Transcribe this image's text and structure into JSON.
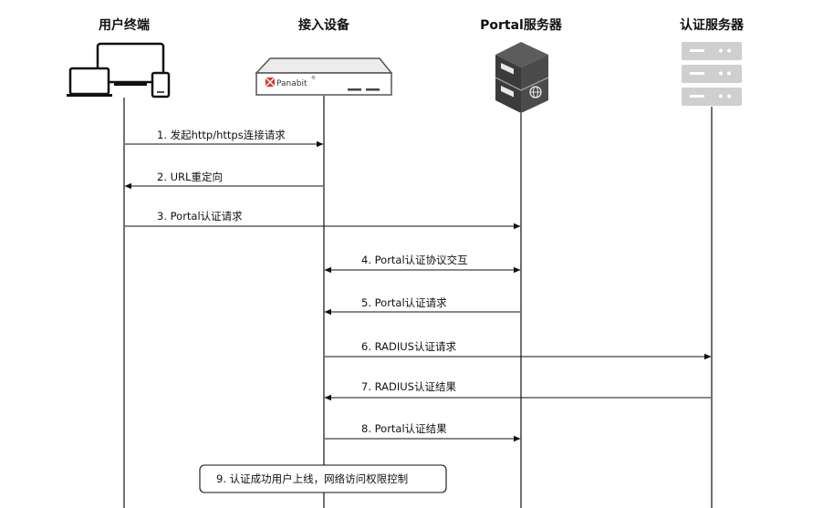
{
  "actors": {
    "terminal": "用户终端",
    "access": "接入设备",
    "portal": "Portal服务器",
    "auth": "认证服务器"
  },
  "device": {
    "brand": "Panabit",
    "trademark": "®"
  },
  "messages": [
    {
      "label": "1. 发起http/https连接请求",
      "from": "terminal",
      "to": "access"
    },
    {
      "label": "2. URL重定向",
      "from": "access",
      "to": "terminal"
    },
    {
      "label": "3. Portal认证请求",
      "from": "terminal",
      "to": "portal"
    },
    {
      "label": "4. Portal认证协议交互",
      "from": "access",
      "to": "portal",
      "bidirectional": true
    },
    {
      "label": "5. Portal认证请求",
      "from": "portal",
      "to": "access"
    },
    {
      "label": "6. RADIUS认证请求",
      "from": "access",
      "to": "auth"
    },
    {
      "label": "7. RADIUS认证结果",
      "from": "auth",
      "to": "access"
    },
    {
      "label": "8. Portal认证结果",
      "from": "access",
      "to": "portal"
    }
  ],
  "note": "9. 认证成功用户上线，网络访问权限控制"
}
